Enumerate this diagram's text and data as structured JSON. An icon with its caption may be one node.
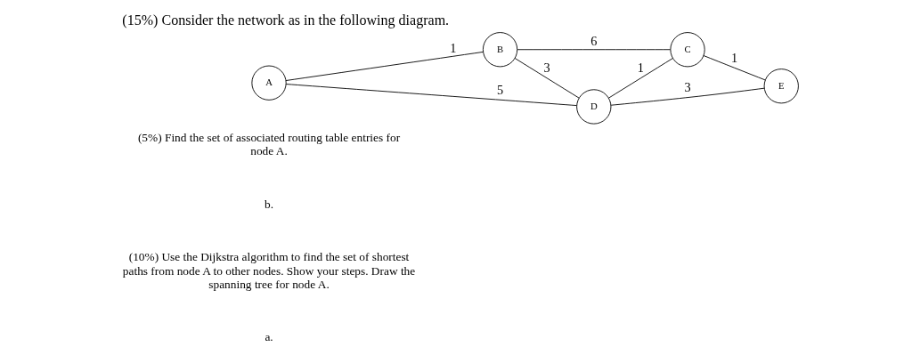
{
  "diagram": {
    "title": "(15%) Consider the network as in the following diagram.",
    "nodes": [
      {
        "text": [
          "A"
        ]
      },
      {
        "text": [
          "B"
        ]
      },
      {
        "text": [
          "C"
        ]
      },
      {
        "text": [
          "D"
        ]
      },
      {
        "text": [
          "E"
        ]
      }
    ],
    "edges": [
      {
        "from": 0,
        "to": 1,
        "arrow": "none",
        "label": "1"
      },
      {
        "from": 0,
        "to": 3,
        "arrow": "none",
        "label": "5"
      },
      {
        "from": 1,
        "to": 2,
        "arrow": "none",
        "label": "6"
      },
      {
        "from": 1,
        "to": 3,
        "arrow": "none",
        "label": "3"
      },
      {
        "from": 3,
        "to": 2,
        "arrow": "none",
        "label": "1"
      },
      {
        "from": 2,
        "to": 4,
        "arrow": "none",
        "label": "1"
      },
      {
        "from": 3,
        "to": 4,
        "arrow": "none",
        "label": "3"
      }
    ],
    "labels": [
      "a.",
      "(10%) Use the Dijkstra algorithm to find the set of shortest paths from node A to other nodes. Show your steps. Draw the spanning tree for node A.",
      "b.",
      "(5%) Find the set of associated routing table entries for node A."
    ]
  }
}
